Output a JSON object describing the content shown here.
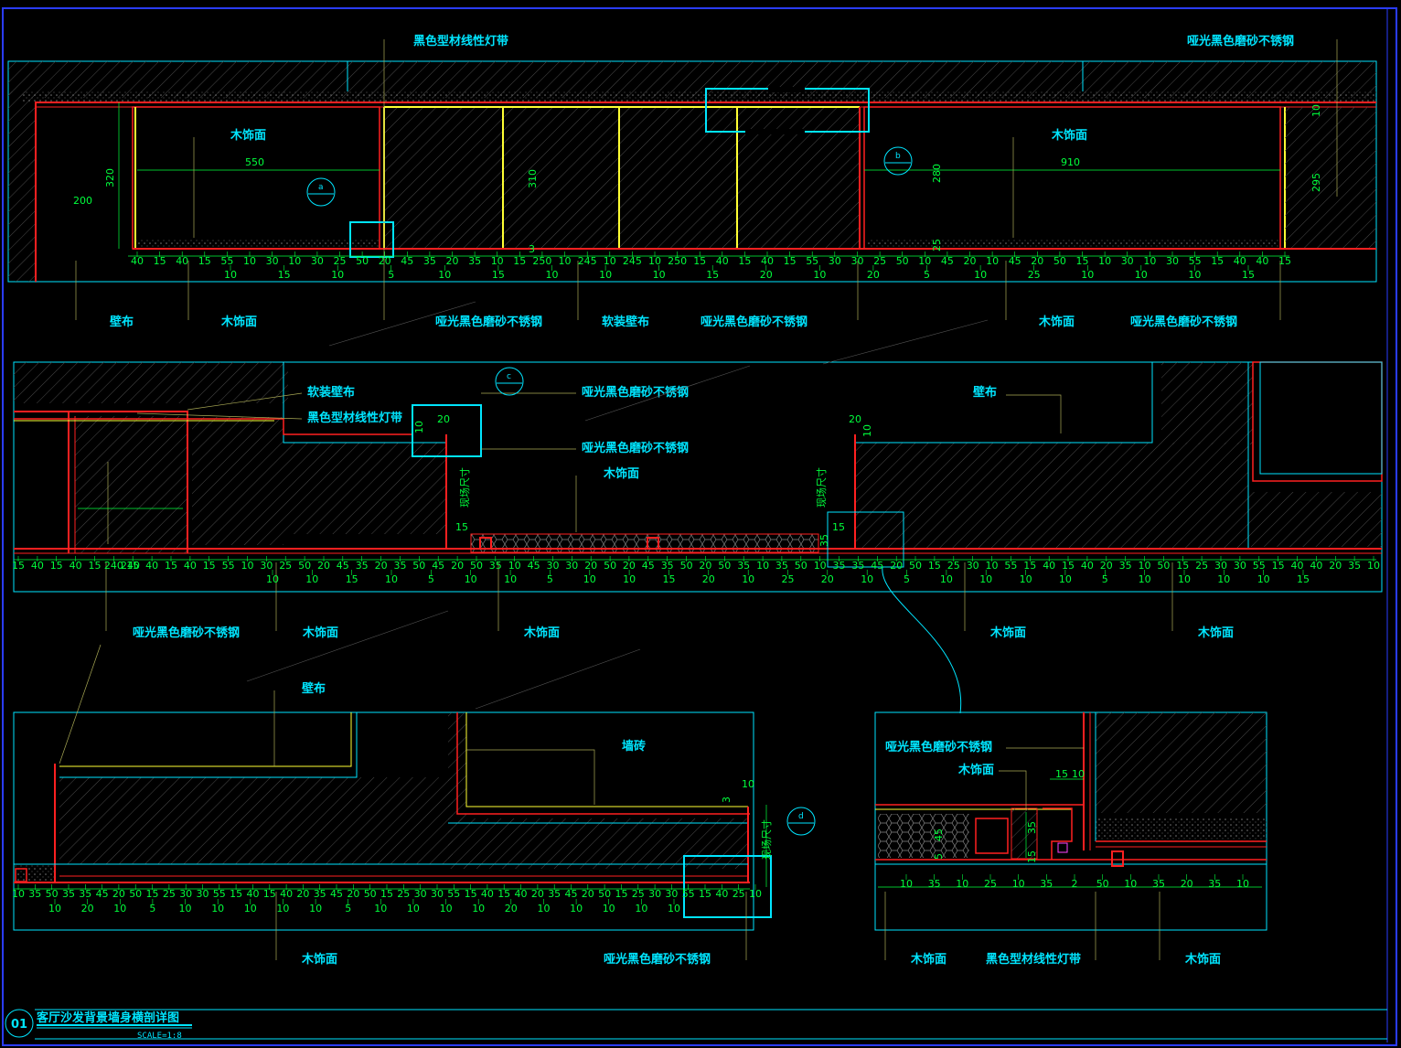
{
  "title": {
    "number": "01",
    "name": "客厅沙发背景墙身横剖详图",
    "scale": "SCALE=1:8"
  },
  "colors": {
    "background": "#000000",
    "outline": "#00e5ff",
    "wall_line": "#ff2020",
    "wood_line": "#ffff33",
    "dimension": "#00ff3c",
    "hatch": "#6a6a6a",
    "border": "#2a3cff",
    "leader": "#b0b060"
  },
  "section1": {
    "labels": {
      "top_light": "黑色型材线性灯带",
      "top_steel": "哑光黑色磨砂不锈钢",
      "wood_left": "木饰面",
      "wood_right": "木饰面",
      "bot_wallcloth": "壁布",
      "bot_wood": "木饰面",
      "bot_steel1": "哑光黑色磨砂不锈钢",
      "bot_soft": "软装壁布",
      "bot_steel2": "哑光黑色磨砂不锈钢",
      "bot_wood2": "木饰面",
      "bot_steel3": "哑光黑色磨砂不锈钢"
    },
    "dims": {
      "d550": "550",
      "d910": "910",
      "d320": "320",
      "d200": "200",
      "d310": "310",
      "d280": "280",
      "d295": "295",
      "d10": "10",
      "d3": "3",
      "d25": "25"
    },
    "callouts": {
      "a": "a",
      "b": "b"
    },
    "row1": [
      "40",
      "15",
      "40",
      "15",
      "55",
      "10",
      "30",
      "10",
      "30",
      "25",
      "50",
      "20",
      "45",
      "35",
      "20",
      "35",
      "10",
      "15",
      "250",
      "10",
      "245",
      "10",
      "245",
      "10",
      "250",
      "15",
      "40",
      "15",
      "40",
      "15",
      "55",
      "30",
      "30",
      "25",
      "50",
      "10",
      "45",
      "20",
      "10",
      "45",
      "20",
      "50",
      "15",
      "10",
      "30",
      "10",
      "30",
      "55",
      "15",
      "40",
      "40",
      "15"
    ],
    "row2": [
      "10",
      "15",
      "10",
      "5",
      "10",
      "15",
      "10",
      "10",
      "10",
      "15",
      "20",
      "10",
      "20",
      "5",
      "10",
      "25",
      "10",
      "10",
      "10",
      "15"
    ]
  },
  "section2": {
    "labels": {
      "soft_cloth": "软装壁布",
      "light_strip": "黑色型材线性灯带",
      "steel1": "哑光黑色磨砂不锈钢",
      "steel2": "哑光黑色磨砂不锈钢",
      "wall_cloth": "壁布",
      "wood_center": "木饰面",
      "field_size1": "现场尺寸",
      "field_size2": "现场尺寸",
      "bot_steel": "哑光黑色磨砂不锈钢",
      "bot_wood1": "木饰面",
      "bot_wood2": "木饰面",
      "bot_wood3": "木饰面",
      "bot_wood4": "木饰面"
    },
    "dims": {
      "d240": "240",
      "d20a": "20",
      "d10a": "10",
      "d20b": "20",
      "d10b": "10",
      "d15a": "15",
      "d35": "35",
      "d15b": "15"
    },
    "callouts": {
      "c": "c"
    },
    "row1": [
      "15",
      "40",
      "15",
      "40",
      "15",
      "240",
      "15",
      "40",
      "15",
      "40",
      "15",
      "55",
      "10",
      "30",
      "25",
      "50",
      "20",
      "45",
      "35",
      "20",
      "35",
      "50",
      "45",
      "20",
      "50",
      "35",
      "10",
      "45",
      "30",
      "30",
      "20",
      "50",
      "20",
      "45",
      "35",
      "50",
      "20",
      "50",
      "35",
      "10",
      "35",
      "50",
      "10",
      "35",
      "35",
      "45",
      "20",
      "50",
      "15",
      "25",
      "30",
      "10",
      "55",
      "15",
      "40",
      "15",
      "40",
      "20",
      "35",
      "10",
      "50",
      "15",
      "25",
      "30",
      "30",
      "55",
      "15",
      "40",
      "40",
      "20",
      "35",
      "10"
    ],
    "row2": [
      "10",
      "10",
      "15",
      "10",
      "5",
      "10",
      "10",
      "5",
      "10",
      "10",
      "15",
      "20",
      "10",
      "25",
      "20",
      "10",
      "5",
      "10",
      "10",
      "10",
      "10",
      "5",
      "10",
      "10",
      "10",
      "10",
      "15"
    ]
  },
  "section3": {
    "labels": {
      "wall_cloth": "壁布",
      "wall_tile": "墙砖",
      "field_size": "现场尺寸",
      "bot_wood": "木饰面",
      "bot_steel": "哑光黑色磨砂不锈钢"
    },
    "dims": {
      "d10": "10",
      "d3": "3"
    },
    "callouts": {
      "d": "d"
    },
    "row1": [
      "10",
      "35",
      "50",
      "35",
      "35",
      "45",
      "20",
      "50",
      "15",
      "25",
      "30",
      "30",
      "55",
      "15",
      "40",
      "15",
      "40",
      "20",
      "35",
      "45",
      "20",
      "50",
      "15",
      "25",
      "30",
      "30",
      "55",
      "15",
      "40",
      "15",
      "40",
      "20",
      "35",
      "45",
      "20",
      "50",
      "15",
      "25",
      "30",
      "30",
      "55",
      "15",
      "40",
      "25",
      "10"
    ],
    "row2": [
      "10",
      "20",
      "10",
      "5",
      "10",
      "10",
      "10",
      "10",
      "10",
      "5",
      "10",
      "10",
      "10",
      "10",
      "20",
      "10",
      "10",
      "10",
      "10",
      "10"
    ]
  },
  "section4": {
    "labels": {
      "steel": "哑光黑色磨砂不锈钢",
      "wood_top": "木饰面",
      "bot_wood1": "木饰面",
      "bot_light": "黑色型材线性灯带",
      "bot_wood2": "木饰面"
    },
    "dims": {
      "d15": "15",
      "d10": "10",
      "d45": "45",
      "d5": "5",
      "d35": "35",
      "d15v": "15"
    },
    "row1": [
      "10",
      "35",
      "10",
      "25",
      "10",
      "35",
      "2",
      "50",
      "10",
      "35",
      "20",
      "35",
      "10"
    ]
  }
}
